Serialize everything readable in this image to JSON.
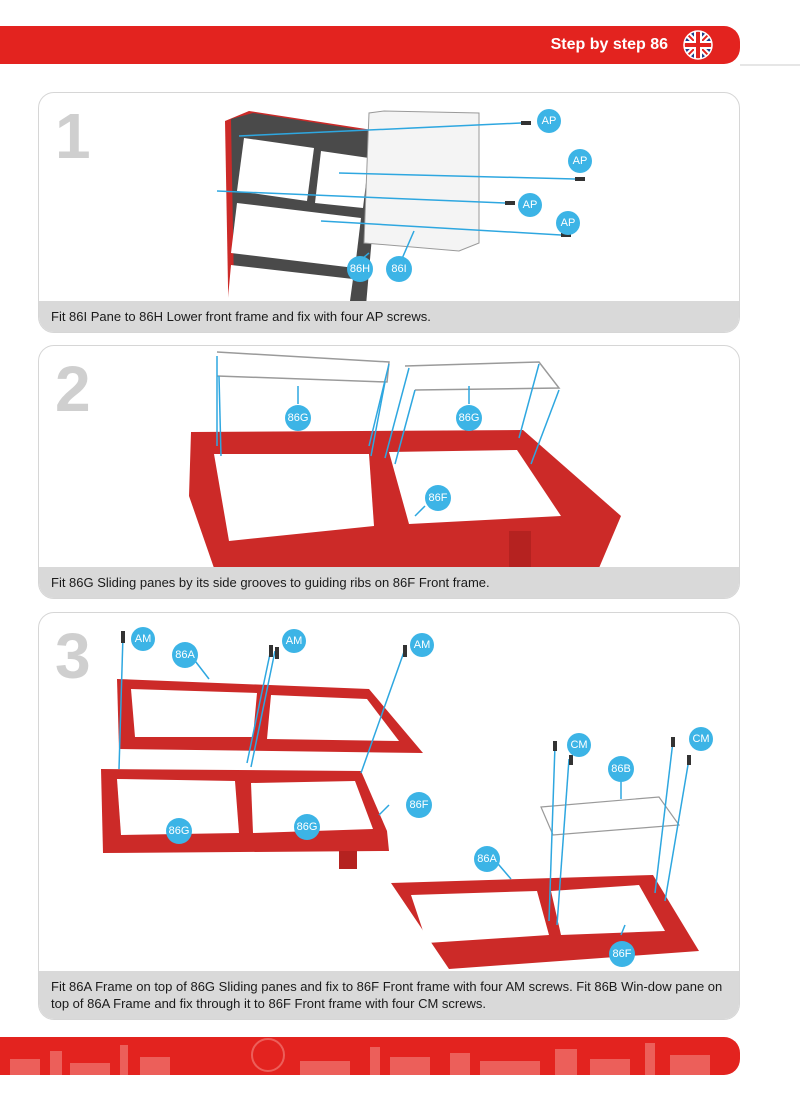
{
  "header": {
    "title": "Step by step 86",
    "flag": "uk-flag-icon"
  },
  "colors": {
    "accent": "#e3231f",
    "badge": "#3cb4e6",
    "frame_red": "#cc2a28"
  },
  "steps": [
    {
      "number": "1",
      "caption": "Fit 86I Pane to 86H Lower front frame and fix with four AP screws.",
      "labels": {
        "ap1": "AP",
        "ap2": "AP",
        "ap3": "AP",
        "ap4": "AP",
        "h": "86H",
        "i": "86I"
      }
    },
    {
      "number": "2",
      "caption": "Fit 86G Sliding panes by its side grooves to guiding ribs on 86F Front frame.",
      "labels": {
        "g1": "86G",
        "g2": "86G",
        "f": "86F"
      }
    },
    {
      "number": "3",
      "caption": "Fit 86A Frame on top of 86G Sliding panes and fix to 86F Front frame with four AM screws. Fit 86B Win-dow pane on top of 86A Frame and fix through it to 86F Front frame with four CM screws.",
      "labels": {
        "am1": "AM",
        "am2": "AM",
        "am3": "AM",
        "a1": "86A",
        "f1": "86F",
        "g1": "86G",
        "g2": "86G",
        "cm1": "CM",
        "cm2": "CM",
        "b": "86B",
        "a2": "86A",
        "f2": "86F"
      }
    }
  ]
}
